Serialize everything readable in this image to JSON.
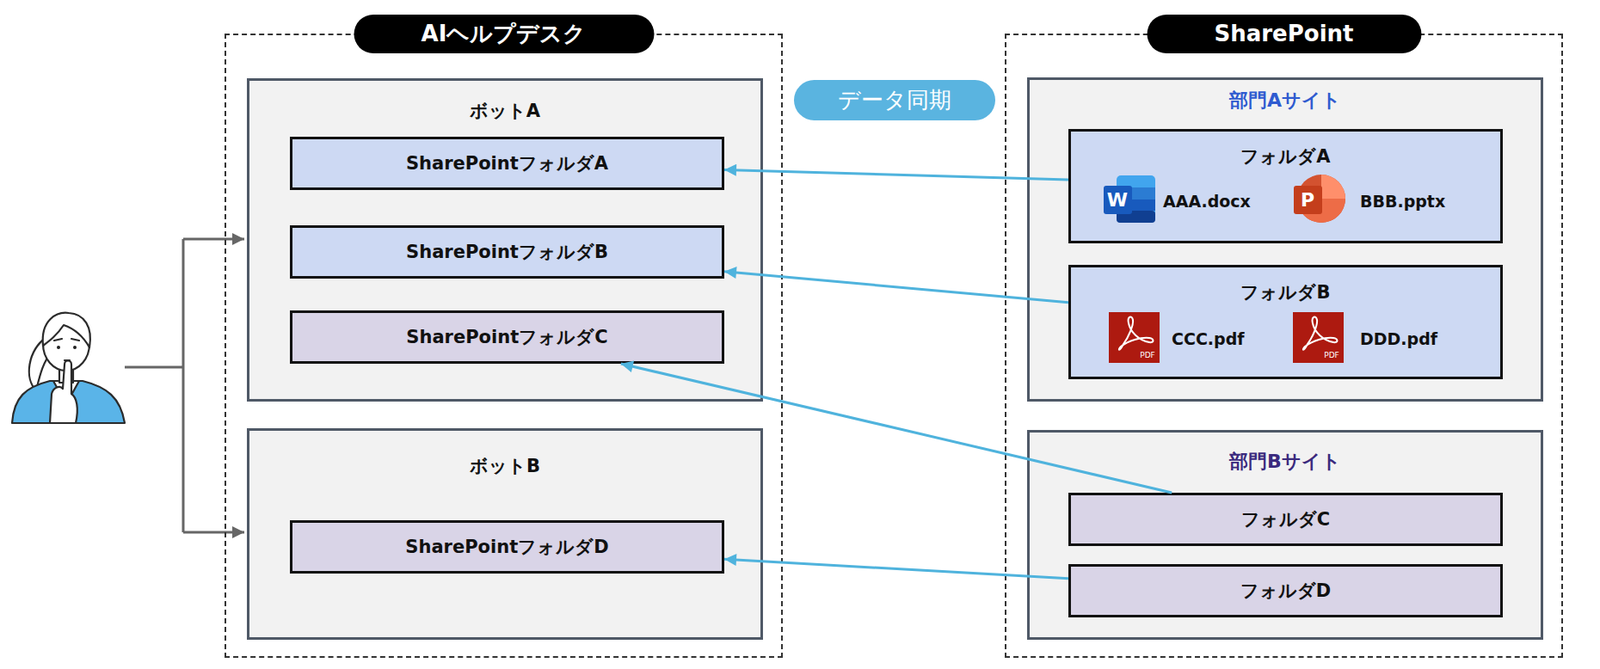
{
  "diagram": {
    "nodes": [
      {
        "text": [
          "AIヘルプデスク"
        ]
      },
      {
        "text": [
          "ボットA"
        ],
        "in": 0
      },
      {
        "text": [
          "SharePointフォルダA"
        ],
        "in": 1
      },
      {
        "text": [
          "SharePointフォルダB"
        ],
        "in": 1
      },
      {
        "text": [
          "SharePointフォルダC"
        ],
        "in": 1
      },
      {
        "text": [
          "ボットB"
        ],
        "in": 0
      },
      {
        "text": [
          "SharePointフォルダD"
        ],
        "in": 5
      },
      {
        "text": [
          "データ同期"
        ]
      },
      {
        "text": [
          "SharePoint"
        ]
      },
      {
        "text": [
          "部門Aサイト"
        ],
        "in": 8
      },
      {
        "text": [
          "フォルダA"
        ],
        "in": 9
      },
      {
        "text": [
          "フォルダB"
        ],
        "in": 9
      },
      {
        "text": [
          "部門Bサイト"
        ],
        "in": 8
      },
      {
        "text": [
          "フォルダC"
        ],
        "in": 12
      },
      {
        "text": [
          "フォルダD"
        ],
        "in": 12
      }
    ],
    "edges": [
      {
        "from": 10,
        "to": 2,
        "arrow": "to"
      },
      {
        "from": 11,
        "to": 3,
        "arrow": "to"
      },
      {
        "from": 13,
        "to": 4,
        "arrow": "to"
      },
      {
        "from": 14,
        "to": 6,
        "arrow": "to"
      }
    ],
    "labels": [
      "W",
      "AAA.docx",
      "P",
      "BBB.pptx",
      "PDF",
      "CCC.pdf",
      "PDF",
      "DDD.pdf"
    ]
  }
}
